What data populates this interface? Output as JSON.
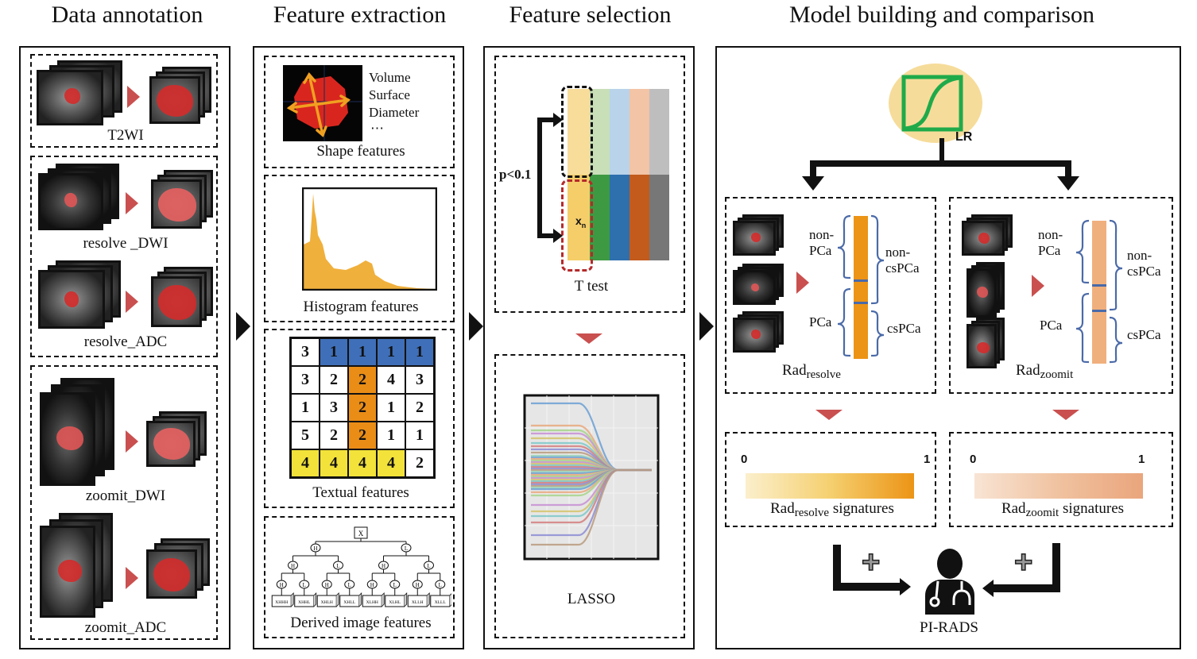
{
  "stages": [
    {
      "title": "Data annotation"
    },
    {
      "title": "Feature extraction"
    },
    {
      "title": "Feature selection"
    },
    {
      "title": "Model building and comparison"
    }
  ],
  "data_annotation": {
    "groups": [
      {
        "sequences": [
          "T2WI"
        ]
      },
      {
        "sequences": [
          "resolve _DWI",
          "resolve_ADC"
        ]
      },
      {
        "sequences": [
          "zoomit_DWI",
          "zoomit_ADC"
        ]
      }
    ]
  },
  "feature_extraction": {
    "shape": {
      "items": [
        "Volume",
        "Surface",
        "Diameter",
        "⋯"
      ],
      "caption": "Shape features"
    },
    "histogram": {
      "caption": "Histogram features"
    },
    "texture": {
      "caption": "Textual features",
      "matrix": [
        [
          {
            "v": "3",
            "c": "white"
          },
          {
            "v": "1",
            "c": "blue"
          },
          {
            "v": "1",
            "c": "blue"
          },
          {
            "v": "1",
            "c": "blue"
          },
          {
            "v": "1",
            "c": "blue"
          }
        ],
        [
          {
            "v": "3",
            "c": "white"
          },
          {
            "v": "2",
            "c": "white"
          },
          {
            "v": "2",
            "c": "orange"
          },
          {
            "v": "4",
            "c": "white"
          },
          {
            "v": "3",
            "c": "white"
          }
        ],
        [
          {
            "v": "1",
            "c": "white"
          },
          {
            "v": "3",
            "c": "white"
          },
          {
            "v": "2",
            "c": "orange"
          },
          {
            "v": "1",
            "c": "white"
          },
          {
            "v": "2",
            "c": "white"
          }
        ],
        [
          {
            "v": "5",
            "c": "white"
          },
          {
            "v": "2",
            "c": "white"
          },
          {
            "v": "2",
            "c": "orange"
          },
          {
            "v": "1",
            "c": "white"
          },
          {
            "v": "1",
            "c": "white"
          }
        ],
        [
          {
            "v": "4",
            "c": "yellow"
          },
          {
            "v": "4",
            "c": "yellow"
          },
          {
            "v": "4",
            "c": "yellow"
          },
          {
            "v": "4",
            "c": "yellow"
          },
          {
            "v": "2",
            "c": "white"
          }
        ]
      ]
    },
    "derived": {
      "caption": "Derived image features",
      "root": "X",
      "level1": [
        "H",
        "L"
      ],
      "level2": [
        "H",
        "L",
        "H",
        "L"
      ],
      "level3": [
        "H",
        "L",
        "H",
        "L",
        "H",
        "L",
        "H",
        "L"
      ],
      "leaves": [
        "X_HHH",
        "X_HHL",
        "X_HLH",
        "X_HLL",
        "X_LHH",
        "X_LHL",
        "X_LLH",
        "X_LLL"
      ]
    }
  },
  "feature_selection": {
    "ttest": {
      "caption": "T test",
      "threshold_label": "p<0.1",
      "feature_label": "x",
      "feature_sub": "n"
    },
    "lasso": {
      "caption": "LASSO"
    }
  },
  "model_building": {
    "classifier_label": "LR",
    "rad_resolve": {
      "name": "Rad",
      "sub": "resolve",
      "left_labels": [
        "non-\nPCa",
        "PCa"
      ],
      "right_labels": [
        "non-\ncsPCa",
        "csPCa"
      ],
      "bar_color": "#ec9416"
    },
    "rad_zoomit": {
      "name": "Rad",
      "sub": "zoomit",
      "left_labels": [
        "non-\nPCa",
        "PCa"
      ],
      "right_labels": [
        "non-\ncsPCa",
        "csPCa"
      ],
      "bar_color": "#f0b07e"
    },
    "signature_resolve": {
      "name": "Rad",
      "sub": "resolve",
      "suffix": " signatures",
      "min": "0",
      "max": "1",
      "gradient": [
        "#fbefcc",
        "#f5d070",
        "#ec9416"
      ]
    },
    "signature_zoomit": {
      "name": "Rad",
      "sub": "zoomit",
      "suffix": " signatures",
      "min": "0",
      "max": "1",
      "gradient": [
        "#f8e4d4",
        "#f0c2a0",
        "#eaa57c"
      ]
    },
    "combine_symbol": "+",
    "clinician_label": "PI-RADS"
  },
  "colors": {
    "marker_red": "#c9504f",
    "brace_blue": "#4a6aa8",
    "lr_green": "#1faa4a",
    "lr_bg": "#f6dc9a"
  }
}
